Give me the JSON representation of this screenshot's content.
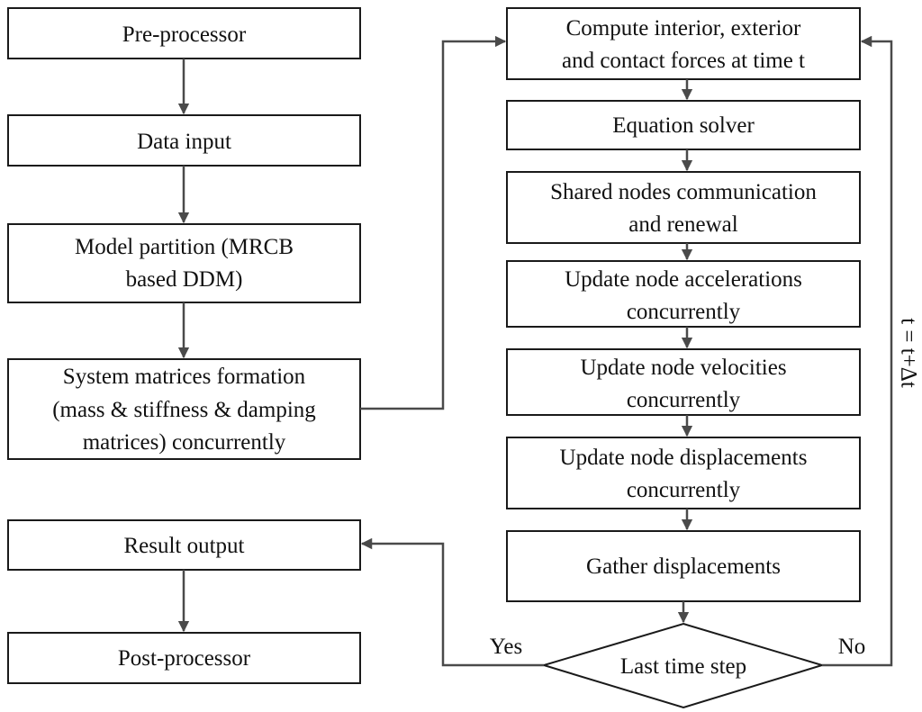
{
  "left_column": {
    "pre_processor": "Pre-processor",
    "data_input": "Data input",
    "model_partition": [
      "Model partition (MRCB",
      "based DDM)"
    ],
    "system_matrices": [
      "System matrices formation",
      "(mass & stiffness & damping",
      "matrices) concurrently"
    ],
    "result_output": "Result output",
    "post_processor": "Post-processor"
  },
  "right_column": {
    "compute_forces": [
      "Compute interior, exterior",
      "and contact forces at time t"
    ],
    "equation_solver": "Equation solver",
    "shared_nodes": [
      "Shared nodes communication",
      "and renewal"
    ],
    "update_accelerations": [
      "Update node accelerations",
      "concurrently"
    ],
    "update_velocities": [
      "Update node velocities",
      "concurrently"
    ],
    "update_displacements": [
      "Update node displacements",
      "concurrently"
    ],
    "gather_displacements": "Gather displacements",
    "decision": "Last time step"
  },
  "edge_labels": {
    "yes": "Yes",
    "no": "No",
    "loop": "t = t+Δt"
  }
}
